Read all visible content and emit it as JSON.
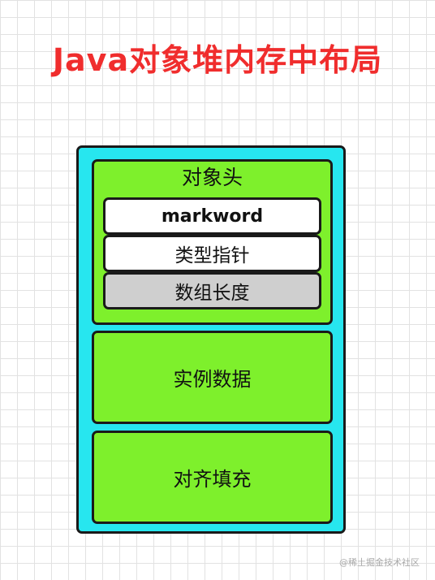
{
  "title": "Java对象堆内存中布局",
  "object": {
    "header": {
      "label": "对象头",
      "fields": [
        "markword",
        "类型指针",
        "数组长度"
      ]
    },
    "instance_data": "实例数据",
    "padding": "对齐填充"
  },
  "watermark": "@稀土掘金技术社区",
  "colors": {
    "title": "#f02d2d",
    "outer_fill": "#27e6ef",
    "section_fill": "#7ef02c",
    "field_fill": "#ffffff",
    "array_length_fill": "#cfcfcf",
    "border": "#1a1a1a"
  }
}
